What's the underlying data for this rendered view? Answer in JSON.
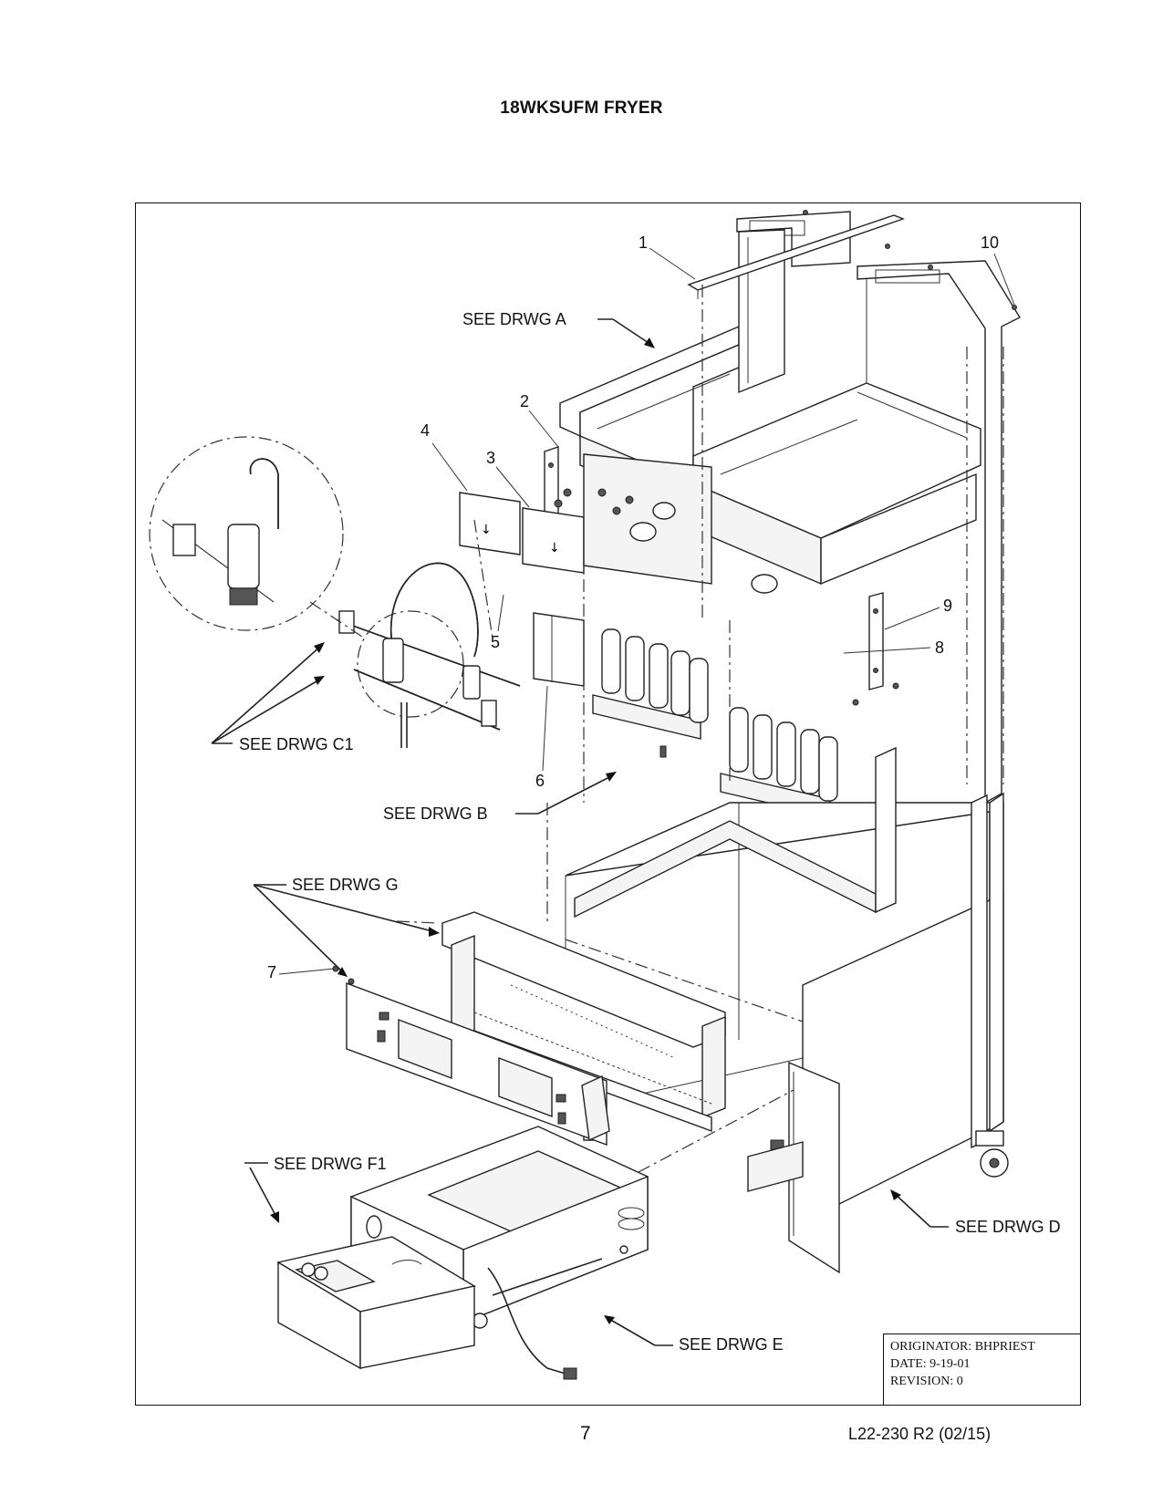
{
  "title": "18WKSUFM FRYER",
  "callouts": {
    "drwg_a": "SEE DRWG A",
    "drwg_b": "SEE DRWG B",
    "drwg_c1": "SEE DRWG C1",
    "drwg_d": "SEE DRWG D",
    "drwg_e": "SEE DRWG E",
    "drwg_f1": "SEE DRWG F1",
    "drwg_g": "SEE DRWG G"
  },
  "item_numbers": {
    "n1": "1",
    "n2": "2",
    "n3": "3",
    "n4": "4",
    "n5": "5",
    "n6": "6",
    "n7": "7",
    "n8": "8",
    "n9": "9",
    "n10": "10"
  },
  "title_block": {
    "originator": "ORIGINATOR:  BHPRIEST",
    "date": "DATE:  9-19-01",
    "revision": "REVISION:  0"
  },
  "footer": {
    "page_number": "7",
    "doc_code": "L22-230 R2 (02/15)"
  }
}
